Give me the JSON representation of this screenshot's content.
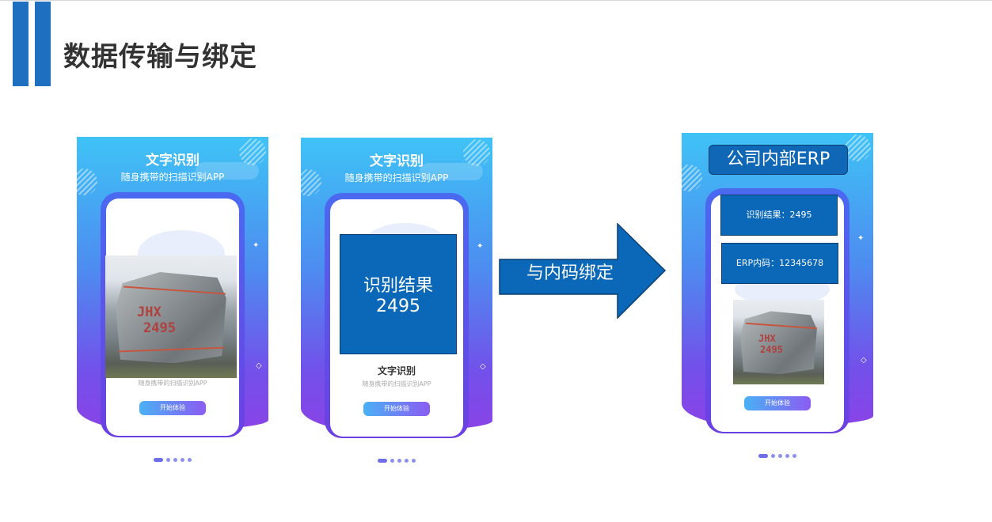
{
  "slide": {
    "title": "数据传输与绑定",
    "accent": "#1f6fc0"
  },
  "app": {
    "header_title": "文字识别",
    "header_subtitle": "随身携带的扫描识别APP",
    "screen_title": "文字识别",
    "screen_subtitle": "随身携带的扫描识别APP",
    "start_button": "开始体验"
  },
  "photo": {
    "paint_line1": "JHX",
    "paint_line2": "2495"
  },
  "phone2": {
    "result_label": "识别结果",
    "result_value": "2495"
  },
  "arrow": {
    "label": "与内码绑定"
  },
  "phone3": {
    "erp_title": "公司内部ERP",
    "result_text": "识别结果：2495",
    "erp_code_text": "ERP内码：12345678"
  },
  "pager": {
    "count": 5,
    "active": 1
  }
}
